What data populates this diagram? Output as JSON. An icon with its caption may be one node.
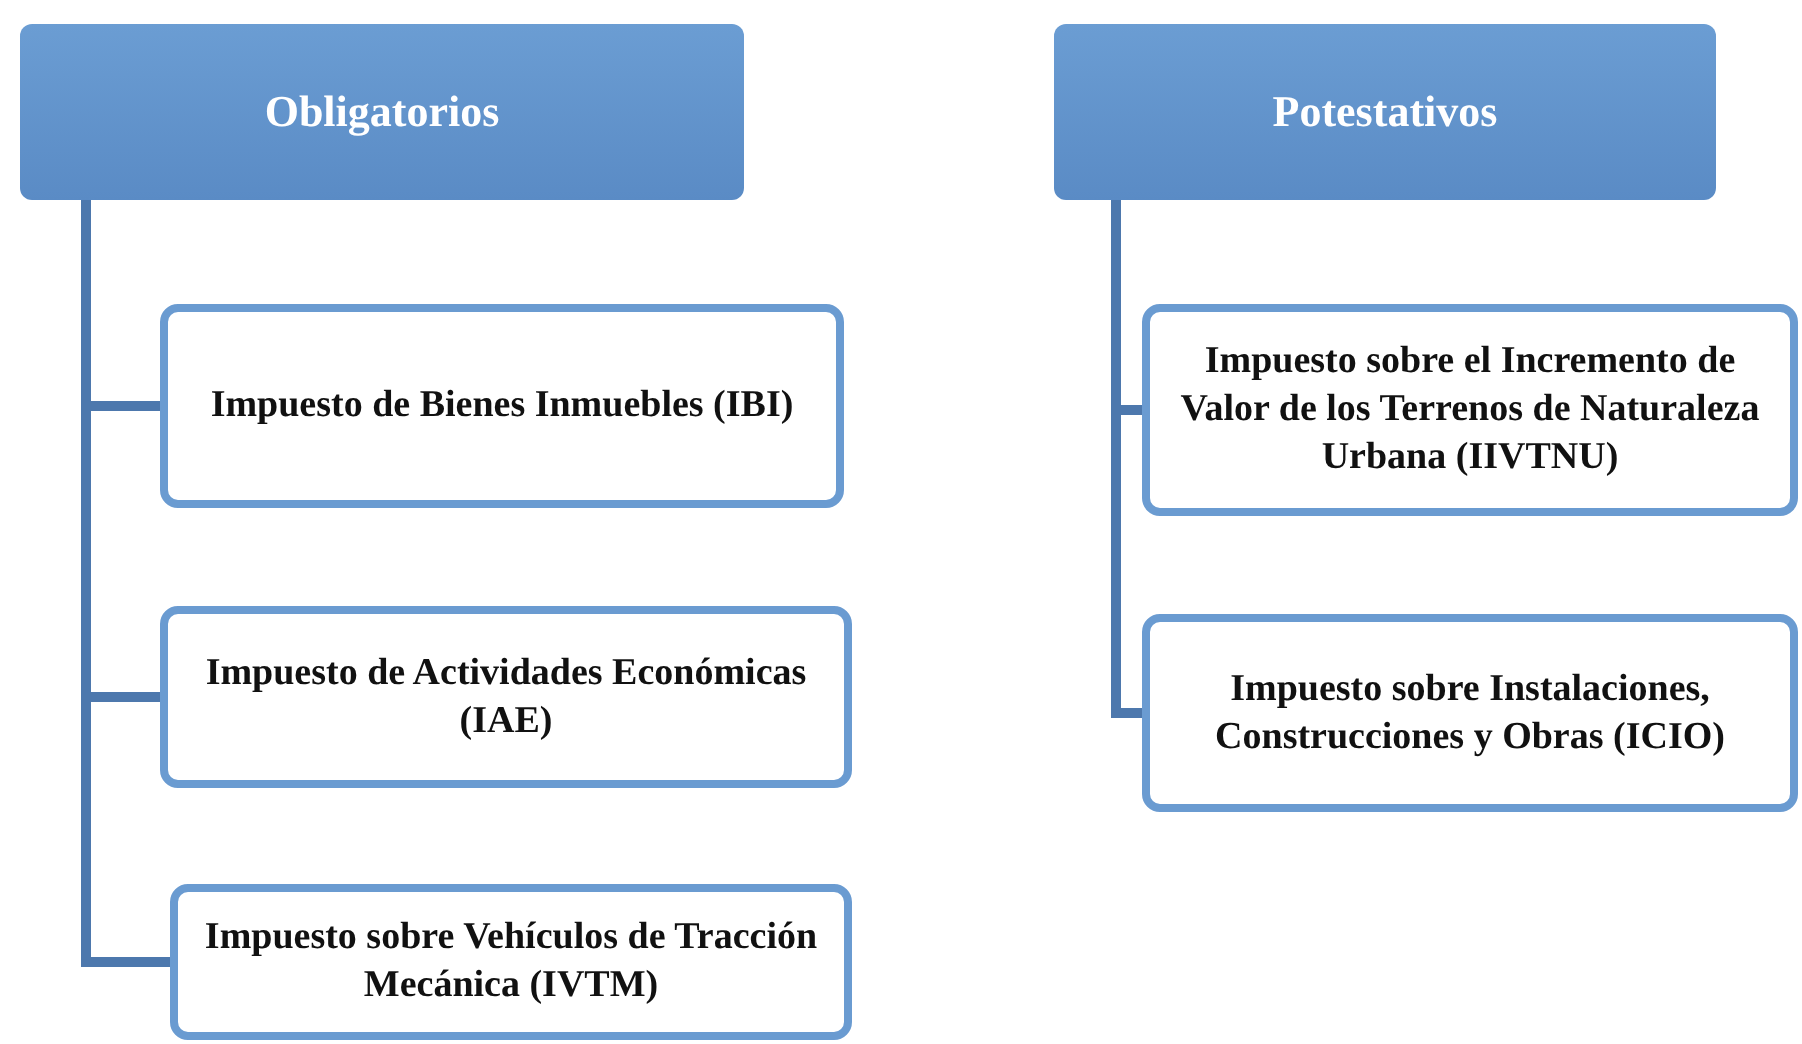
{
  "diagram": {
    "nodes": [
      {
        "text": [
          "Obligatorios"
        ]
      },
      {
        "text": [
          "Impuesto de Bienes Inmuebles (IBI)"
        ]
      },
      {
        "text": [
          "Impuesto de Actividades Económicas (IAE)"
        ]
      },
      {
        "text": [
          "Impuesto sobre Vehículos de Tracción Mecánica (IVTM)"
        ]
      },
      {
        "text": [
          "Potestativos"
        ]
      },
      {
        "text": [
          "Impuesto sobre el Incremento de Valor de los Terrenos de Naturaleza Urbana (IIVTNU)"
        ]
      },
      {
        "text": [
          "Impuesto sobre Instalaciones, Construcciones y Obras (ICIO)"
        ]
      }
    ],
    "edges": [
      {
        "from": 0,
        "to": 1,
        "arrow": "none"
      },
      {
        "from": 0,
        "to": 2,
        "arrow": "none"
      },
      {
        "from": 0,
        "to": 3,
        "arrow": "none"
      },
      {
        "from": 4,
        "to": 5,
        "arrow": "none"
      },
      {
        "from": 4,
        "to": 6,
        "arrow": "none"
      }
    ]
  }
}
